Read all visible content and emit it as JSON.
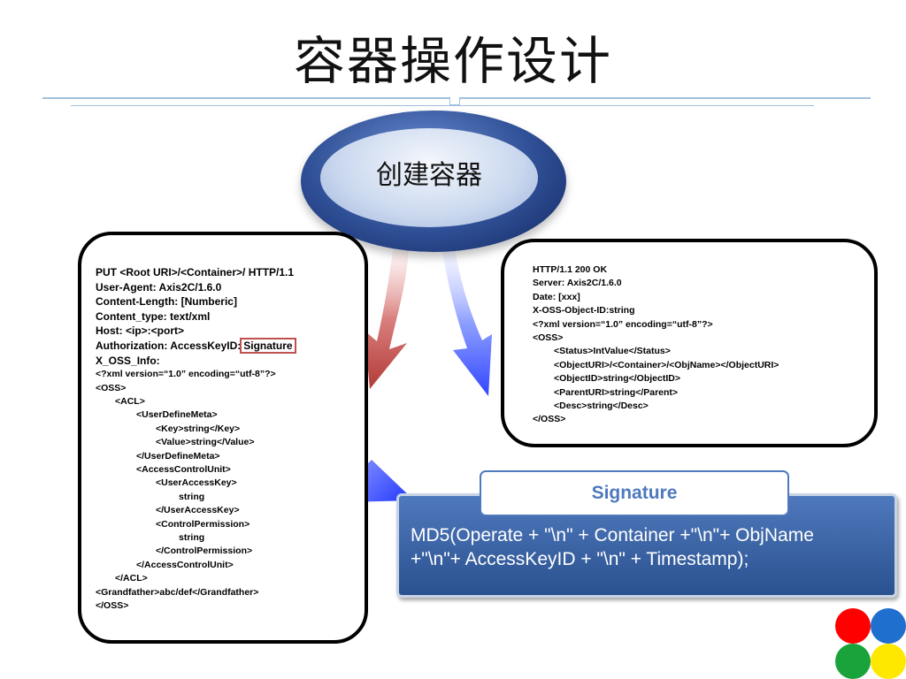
{
  "title": "容器操作设计",
  "center_node": "创建容器",
  "request_lines": [
    {
      "text": "PUT <Root URI>/<Container>/ HTTP/1.1",
      "size": "hdr",
      "indent": 0
    },
    {
      "text": "User-Agent: Axis2C/1.6.0",
      "size": "hdr",
      "indent": 0
    },
    {
      "text": "Content-Length: [Numberic]",
      "size": "hdr",
      "indent": 0
    },
    {
      "text": "Content_type: text/xml",
      "size": "hdr",
      "indent": 0
    },
    {
      "text": "Host: <ip>:<port>",
      "size": "hdr",
      "indent": 0
    },
    {
      "text": "Authorization: AccessKeyID:",
      "size": "hdr",
      "indent": 0,
      "highlight": "Signature"
    },
    {
      "text": "X_OSS_Info:",
      "size": "hdr",
      "indent": 0
    },
    {
      "text": "<?xml version=“1.0” encoding=“utf-8”?>",
      "size": "x",
      "indent": 0
    },
    {
      "text": "<OSS>",
      "size": "x",
      "indent": 0
    },
    {
      "text": "<ACL>",
      "size": "x",
      "indent": 1
    },
    {
      "text": "<UserDefineMeta>",
      "size": "x",
      "indent": 2
    },
    {
      "text": "<Key>string</Key>",
      "size": "x",
      "indent": 3
    },
    {
      "text": "<Value>string</Value>",
      "size": "x",
      "indent": 3
    },
    {
      "text": "</UserDefineMeta>",
      "size": "x",
      "indent": 2
    },
    {
      "text": "<AccessControlUnit>",
      "size": "x",
      "indent": 2
    },
    {
      "text": "<UserAccessKey>",
      "size": "x",
      "indent": 3
    },
    {
      "text": "string",
      "size": "x",
      "indent": 4
    },
    {
      "text": "</UserAccessKey>",
      "size": "x",
      "indent": 3
    },
    {
      "text": "<ControlPermission>",
      "size": "x",
      "indent": 3
    },
    {
      "text": "string",
      "size": "x",
      "indent": 4
    },
    {
      "text": "</ControlPermission>",
      "size": "x",
      "indent": 3
    },
    {
      "text": "</AccessControlUnit>",
      "size": "x",
      "indent": 2
    },
    {
      "text": "</ACL>",
      "size": "x",
      "indent": 1
    },
    {
      "text": "<Grandfather>abc/def</Grandfather>",
      "size": "x",
      "indent": 0
    },
    {
      "text": "</OSS>",
      "size": "x",
      "indent": 0
    }
  ],
  "response_lines": [
    {
      "text": "HTTP/1.1 200 OK",
      "indent": 0
    },
    {
      "text": "Server: Axis2C/1.6.0",
      "indent": 0
    },
    {
      "text": "Date: [xxx]",
      "indent": 0
    },
    {
      "text": "X-OSS-Object-ID:string",
      "indent": 0
    },
    {
      "text": "<?xml version=“1.0” encoding=“utf-8”?>",
      "indent": 0
    },
    {
      "text": "<OSS>",
      "indent": 0
    },
    {
      "text": "<Status>IntValue</Status>",
      "indent": 1
    },
    {
      "text": "<ObjectURI>/<Container>/<ObjName></ObjectURI>",
      "indent": 1
    },
    {
      "text": "<ObjectID>string</ObjectID>",
      "indent": 1
    },
    {
      "text": "<ParentURI>string</Parent>",
      "indent": 1
    },
    {
      "text": "<Desc>string</Desc>",
      "indent": 1
    },
    {
      "text": "</OSS>",
      "indent": 0
    }
  ],
  "signature": {
    "label": "Signature",
    "formula_line1": "MD5(Operate + \"\\n\" + Container +\"\\n\"+ ObjName",
    "formula_line2": "+\"\\n\"+ AccessKeyID + \"\\n\" + Timestamp);"
  },
  "colors": {
    "accent_blue": "#4f79bd",
    "signature_border": "#c0504d",
    "arrow_red": "#c0504d",
    "arrow_blue": "#3b5bff"
  },
  "logo_dots": [
    "#ff0000",
    "#1f6fcf",
    "#1aa33a",
    "#ffe800"
  ]
}
